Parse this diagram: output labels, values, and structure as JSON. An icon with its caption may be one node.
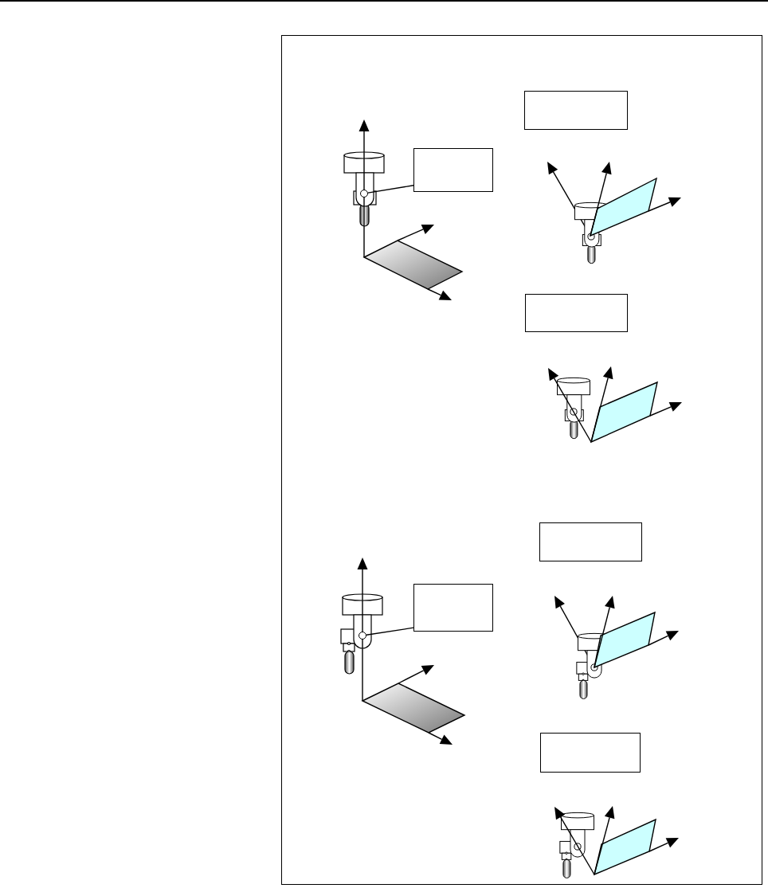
{
  "diagram": {
    "nodes": [
      {
        "text": [],
        "shape": "box"
      },
      {
        "text": [],
        "shape": "box"
      },
      {
        "text": [],
        "shape": "circle"
      },
      {
        "text": [],
        "shape": "box"
      },
      {
        "text": [],
        "shape": "box"
      },
      {
        "text": [],
        "shape": "box"
      },
      {
        "text": [],
        "shape": "circle"
      },
      {
        "text": [],
        "shape": "box"
      }
    ],
    "edges": [
      {
        "from": 1,
        "to": 2,
        "arrow": "none"
      },
      {
        "from": 5,
        "to": 6,
        "arrow": "none"
      }
    ]
  }
}
